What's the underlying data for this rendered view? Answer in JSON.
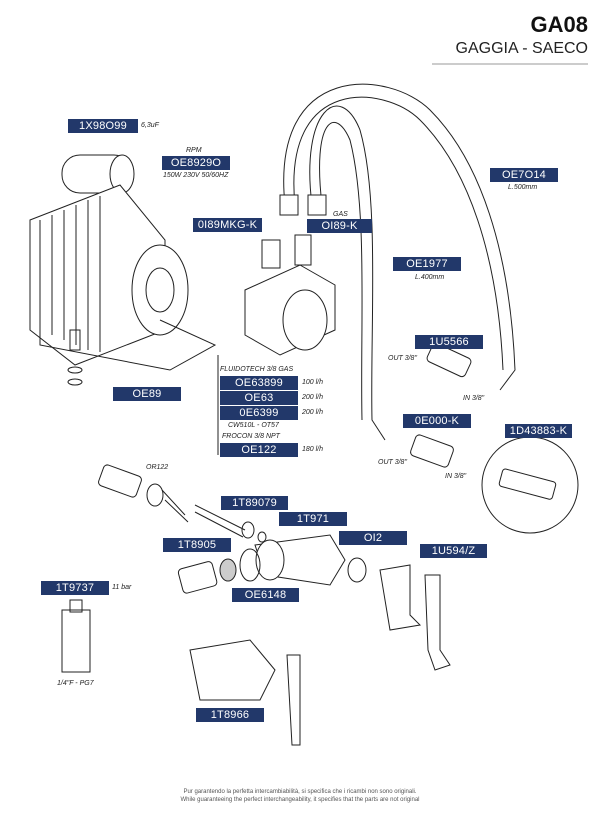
{
  "header": {
    "code": "GA08",
    "brand": "GAGGIA - SAECO"
  },
  "parts": {
    "capacitor": {
      "code": "1X98O99",
      "note": "6,3uF"
    },
    "motor": {
      "code": "OE8929O",
      "note_top": "RPM",
      "note": "150W 230V 50/60HZ"
    },
    "fitting_kit": {
      "code": "0I89MKG-K"
    },
    "gas_fitting": {
      "code": "OI89-K",
      "note": "GAS"
    },
    "hose_500": {
      "code": "OE7O14",
      "note": "L.500mm"
    },
    "hose_400": {
      "code": "OE1977",
      "note": "L.400mm"
    },
    "check_valve": {
      "code": "1U5566",
      "out": "OUT 3/8\"",
      "in": "IN 3/8\""
    },
    "valve_kit": {
      "code": "0E000-K",
      "out": "OUT 3/8\"",
      "in": "IN 3/8\""
    },
    "detail_kit": {
      "code": "1D43883-K"
    },
    "motor_clamp": {
      "code": "OE89"
    },
    "pumps": {
      "fluidotech_title": "FLUIDOTECH 3/8 GAS",
      "items": [
        {
          "code": "OE63899",
          "flow": "100 l/h"
        },
        {
          "code": "OE63",
          "flow": "200 l/h"
        },
        {
          "code": "0E6399",
          "flow": "200 l/h"
        }
      ],
      "cw_note": "CW510L - OT57",
      "procon_title": "FROCON 3/8 NPT",
      "procon": {
        "code": "OE122",
        "flow": "180 l/h"
      }
    },
    "oring": {
      "note": "OR122"
    },
    "seal_1": {
      "code": "1T89079"
    },
    "seal_2": {
      "code": "1T971"
    },
    "gasket": {
      "code": "1T8905"
    },
    "nut": {
      "code": "OI2"
    },
    "pin_kit": {
      "code": "1U594/Z"
    },
    "pressure_valve": {
      "code": "1T9737",
      "note": "11 bar",
      "thread": "1/4\"F - PG7"
    },
    "filter": {
      "code": "OE6148"
    },
    "tap": {
      "code": "1T8966"
    }
  },
  "footer": {
    "it": "Pur garantendo la perfetta intercambiabilità, si specifica che i ricambi non sono originali.",
    "en": "While guaranteeing the perfect interchangeability, it specifies that the parts are not original"
  },
  "colors": {
    "label_bg": "#22386a"
  }
}
